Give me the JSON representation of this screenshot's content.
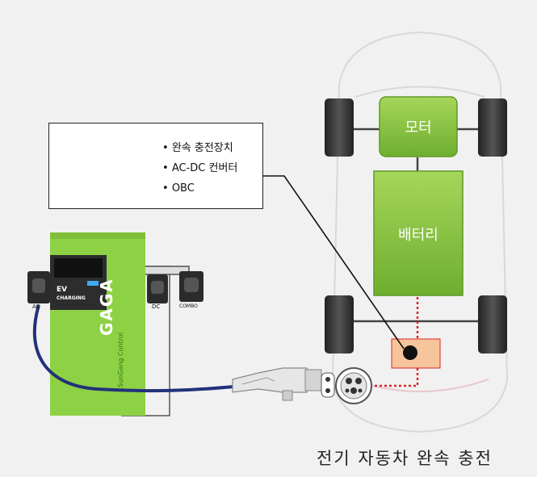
{
  "info_box": {
    "items": [
      "완속 충전장치",
      "AC-DC 컨버터",
      "OBC"
    ]
  },
  "vehicle": {
    "motor_label": "모터",
    "battery_label": "배터리"
  },
  "charger": {
    "brand": "GAGA",
    "sub_brand": "SunGang Control",
    "screen_text": "EV",
    "screen_sub": "CHARGING",
    "port_labels": [
      "AC",
      "DC",
      "COMBO"
    ]
  },
  "caption": "전기 자동차 완속 충전",
  "colors": {
    "green_box": "#8cc63f",
    "charger_green": "#8dd144",
    "obc_orange": "#f6c59b",
    "cable_blue": "#22317a",
    "dotted_red": "#d9262b"
  }
}
